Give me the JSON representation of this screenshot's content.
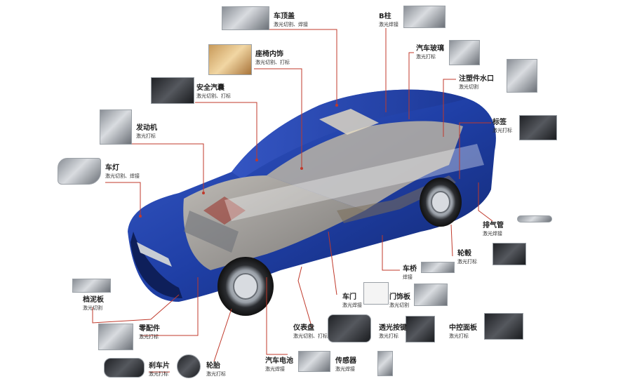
{
  "parts": [
    {
      "id": "roof",
      "name": "车顶盖",
      "process": "激光切割、焊接"
    },
    {
      "id": "seat",
      "name": "座椅内饰",
      "process": "激光切割、打标"
    },
    {
      "id": "airbag",
      "name": "安全汽囊",
      "process": "激光切割、打标"
    },
    {
      "id": "engine",
      "name": "发动机",
      "process": "激光打标"
    },
    {
      "id": "headlight",
      "name": "车灯",
      "process": "激光切割、焊接"
    },
    {
      "id": "fender",
      "name": "档泥板",
      "process": "激光切割"
    },
    {
      "id": "parts",
      "name": "零配件",
      "process": "激光打标"
    },
    {
      "id": "brakepad",
      "name": "刹车片",
      "process": "激光打标"
    },
    {
      "id": "tire",
      "name": "轮胎",
      "process": "激光打标"
    },
    {
      "id": "battery",
      "name": "汽车电池",
      "process": "激光焊接"
    },
    {
      "id": "dashboard",
      "name": "仪表盘",
      "process": "激光切割、打标"
    },
    {
      "id": "sensor",
      "name": "传感器",
      "process": "激光焊接"
    },
    {
      "id": "button",
      "name": "透光按键",
      "process": "激光打标"
    },
    {
      "id": "console",
      "name": "中控面板",
      "process": "激光打标"
    },
    {
      "id": "door",
      "name": "车门",
      "process": "激光焊接"
    },
    {
      "id": "doortrim",
      "name": "门饰板",
      "process": "激光切割"
    },
    {
      "id": "axle",
      "name": "车桥",
      "process": "焊接"
    },
    {
      "id": "hub",
      "name": "轮毂",
      "process": "激光打标"
    },
    {
      "id": "exhaust",
      "name": "排气管",
      "process": "激光焊接"
    },
    {
      "id": "tag",
      "name": "标签",
      "process": "激光打标"
    },
    {
      "id": "nozzle",
      "name": "注塑件水口",
      "process": "激光切割"
    },
    {
      "id": "glass",
      "name": "汽车玻璃",
      "process": "激光打标"
    },
    {
      "id": "bpillar",
      "name": "B柱",
      "process": "激光焊接"
    }
  ],
  "colors": {
    "line": "#c0392b",
    "body": "#1f3fa6",
    "bodyDark": "#13286e",
    "accent": "#d23b2b"
  }
}
